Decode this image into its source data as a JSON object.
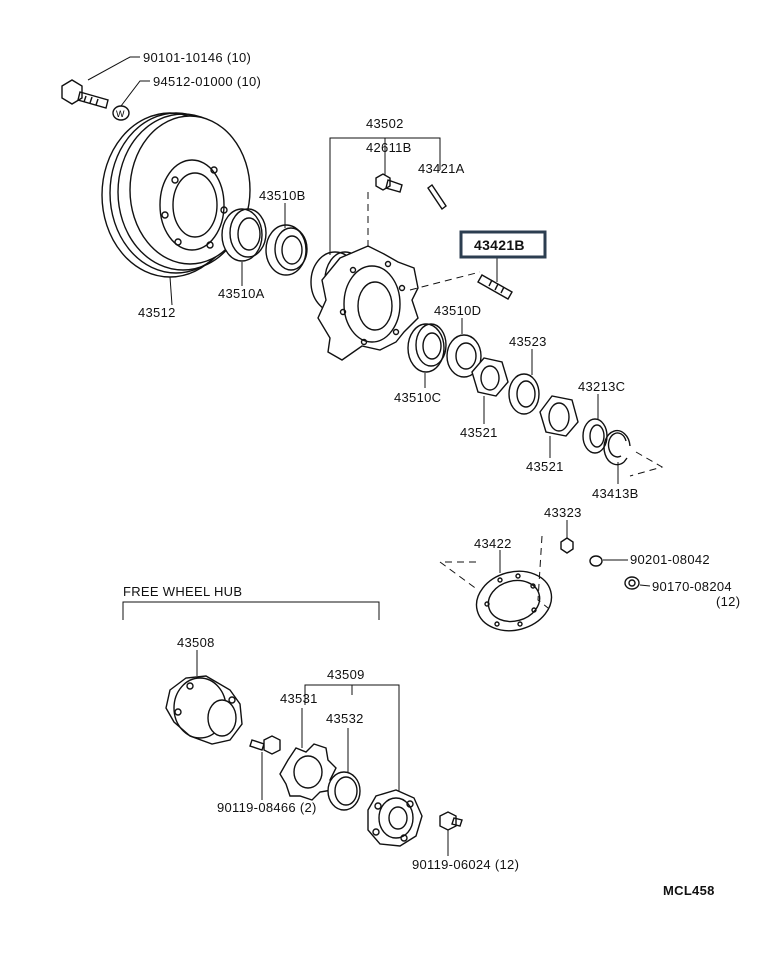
{
  "labels": {
    "l1": "90101-10146 (10)",
    "l2": "94512-01000 (10)",
    "l3": "43502",
    "l4": "42611B",
    "l5": "43421A",
    "l6": "43510B",
    "l7": "43421B",
    "l8": "43512",
    "l9": "43510A",
    "l10": "43510D",
    "l11": "43523",
    "l12": "43510C",
    "l13": "43213C",
    "l14": "43521",
    "l15": "43521",
    "l16": "43413B",
    "l17": "43323",
    "l18": "43422",
    "l19": "90201-08042",
    "l20": "90170-08204",
    "l21": "(12)",
    "l22": "FREE WHEEL HUB",
    "l23": "43508",
    "l24": "43509",
    "l25": "43531",
    "l26": "43532",
    "l27": "90119-08466 (2)",
    "l28": "90119-06024 (12)",
    "l29": "MCL458"
  },
  "highlighted_part": "43421B",
  "colors": {
    "highlight_border": "#2c3e50",
    "ink": "#111111"
  }
}
